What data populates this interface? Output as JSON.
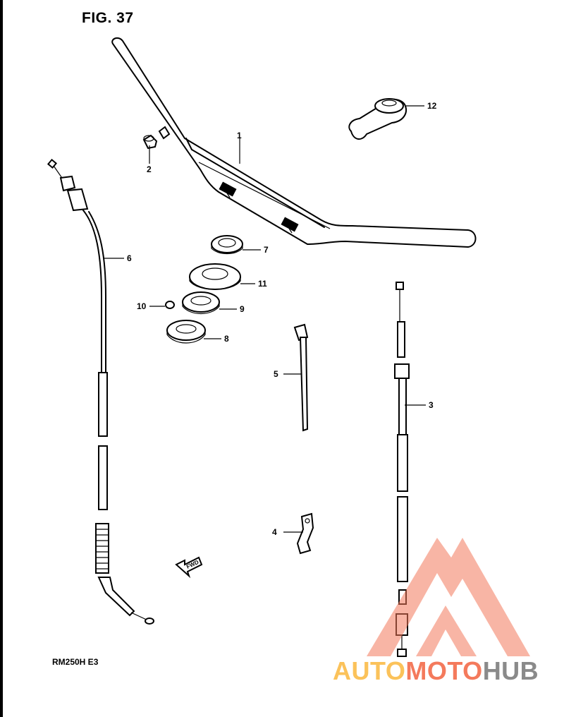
{
  "figure": {
    "title": "FIG. 37"
  },
  "model": {
    "code": "RM250H  E3"
  },
  "direction_marker": {
    "label": "FWD"
  },
  "callouts": [
    {
      "id": "1",
      "label": "1"
    },
    {
      "id": "2",
      "label": "2"
    },
    {
      "id": "3",
      "label": "3"
    },
    {
      "id": "4",
      "label": "4"
    },
    {
      "id": "5",
      "label": "5"
    },
    {
      "id": "6",
      "label": "6"
    },
    {
      "id": "7",
      "label": "7"
    },
    {
      "id": "8",
      "label": "8"
    },
    {
      "id": "9",
      "label": "9"
    },
    {
      "id": "10",
      "label": "10"
    },
    {
      "id": "11",
      "label": "11"
    },
    {
      "id": "12",
      "label": "12"
    }
  ],
  "watermark": {
    "part1": "AUTO",
    "part2": "MOTO",
    "part3": "HUB",
    "color_primary": "#f47a5c",
    "color_secondary": "#fbc25a",
    "color_tertiary": "#8a8a8a",
    "logo_icon": "triangle-logo-icon"
  }
}
